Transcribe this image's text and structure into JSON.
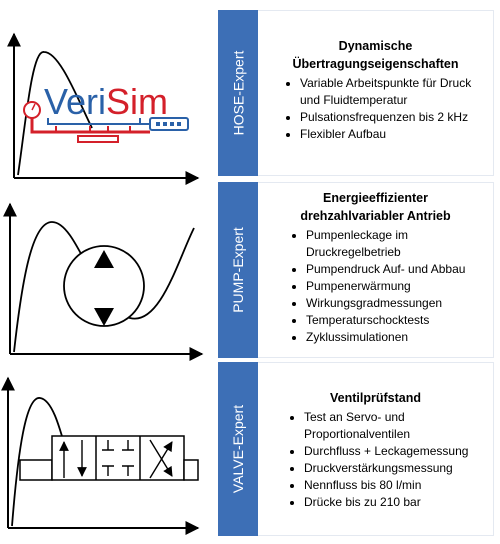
{
  "sections": [
    {
      "id": "hose",
      "tab_label": "HOSE-Expert",
      "heading": "Dynamische Übertragungseigenschaften",
      "items": [
        "Variable Arbeitspunkte für Druck und Fluidtemperatur",
        "Pulsationsfrequenzen bis 2 kHz",
        "Flexibler Aufbau"
      ]
    },
    {
      "id": "pump",
      "tab_label": "PUMP-Expert",
      "heading": "Energieeffizienter drehzahlvariabler Antrieb",
      "items": [
        "Pumpenleckage im Druckregelbetrieb",
        "Pumpendruck Auf- und Abbau",
        "Pumpenerwärmung",
        "Wirkungsgradmessungen",
        "Temperaturschocktests",
        "Zyklussimulationen"
      ]
    },
    {
      "id": "valve",
      "tab_label": "VALVE-Expert",
      "heading": "Ventilprüfstand",
      "items": [
        "Test an Servo- und Proportionalventilen",
        "Durchfluss + Leckagemessung",
        "Druckverstärkungsmessung",
        "Nennfluss bis 80 l/min",
        "Drücke bis zu 210 bar"
      ]
    }
  ],
  "logo": {
    "part1": "Veri",
    "part2": "Sim"
  },
  "colors": {
    "bar_blue": "#3d6fb6",
    "logo_blue": "#2a61a8",
    "logo_red": "#d4202a"
  }
}
